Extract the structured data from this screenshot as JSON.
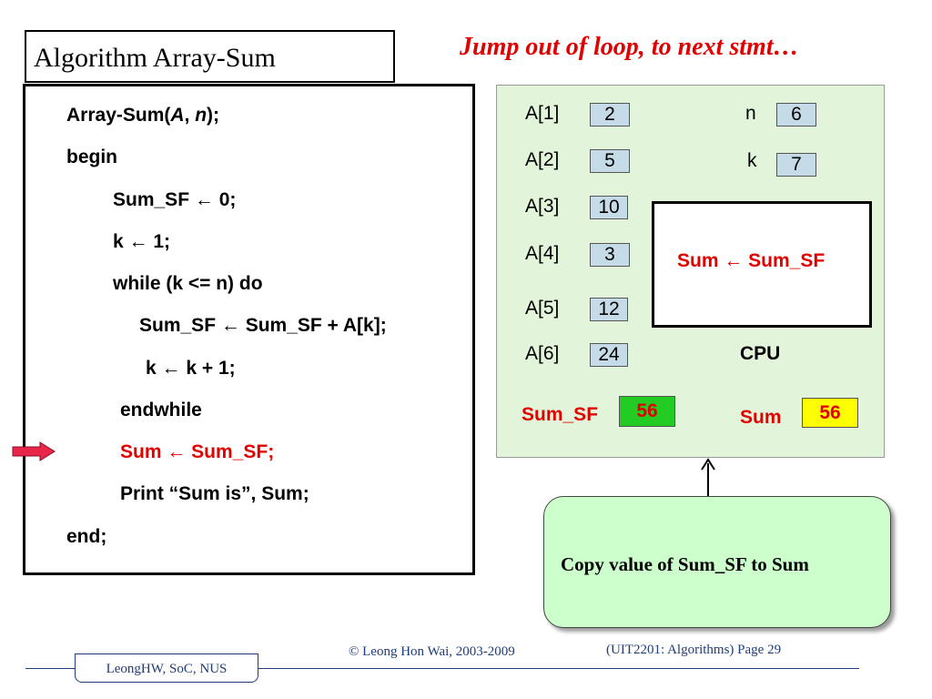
{
  "title": "Algorithm Array-Sum",
  "headline": "Jump out of loop, to next stmt…",
  "code": {
    "l1_a": "Array-Sum(",
    "l1_b": "A",
    "l1_c": ", ",
    "l1_d": "n",
    "l1_e": ");",
    "l2": "begin",
    "l3": "Sum_SF ← 0;",
    "l4": "k ← 1;",
    "l5": "while (k <= n) do",
    "l6": "Sum_SF ← Sum_SF + A[k];",
    "l7": "k ← k + 1;",
    "l8": "endwhile",
    "l9": "Sum ← Sum_SF;",
    "l10": "Print “Sum is”, Sum;",
    "l11": "end;"
  },
  "array": [
    {
      "label": "A[1]",
      "value": "2"
    },
    {
      "label": "A[2]",
      "value": "5"
    },
    {
      "label": "A[3]",
      "value": "10"
    },
    {
      "label": "A[4]",
      "value": "3"
    },
    {
      "label": "A[5]",
      "value": "12"
    },
    {
      "label": "A[6]",
      "value": "24"
    }
  ],
  "vars": {
    "n_label": "n",
    "n_value": "6",
    "k_label": "k",
    "k_value": "7"
  },
  "cpu": {
    "statement": "Sum ← Sum_SF",
    "label": "CPU"
  },
  "memory": {
    "sum_sf_label": "Sum_SF",
    "sum_sf_value": "56",
    "sum_label": "Sum",
    "sum_value": "56"
  },
  "callout": "Copy value of Sum_SF to Sum",
  "footer": {
    "tab": "LeongHW, SoC, NUS",
    "copyright": "© Leong Hon Wai, 2003-2009",
    "page": "(UIT2201: Algorithms) Page 29"
  },
  "colors": {
    "highlight_red": "#e00000",
    "panel_green": "#e2f5da",
    "cell_blue": "#c6dbe8",
    "sum_sf_green": "#22cc22",
    "sum_yellow": "#ffff00",
    "footer_blue": "#1f3c78"
  }
}
